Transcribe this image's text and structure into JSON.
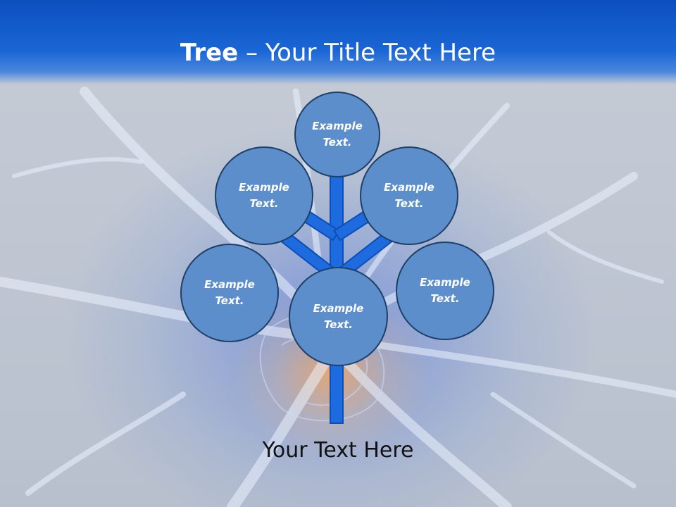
{
  "title": {
    "bold": "Tree",
    "rest": " – Your Title Text Here"
  },
  "nodes": [
    {
      "label": "Example\nText."
    },
    {
      "label": "Example\nText."
    },
    {
      "label": "Example\nText."
    },
    {
      "label": "Example\nText."
    },
    {
      "label": "Example\nText."
    },
    {
      "label": "Example\nText."
    }
  ],
  "caption": "Your Text Here",
  "colors": {
    "header": "#1a66d6",
    "node_fill": "#5b8ecb",
    "node_border": "#1e3f66",
    "branch": "#1e6be0"
  }
}
